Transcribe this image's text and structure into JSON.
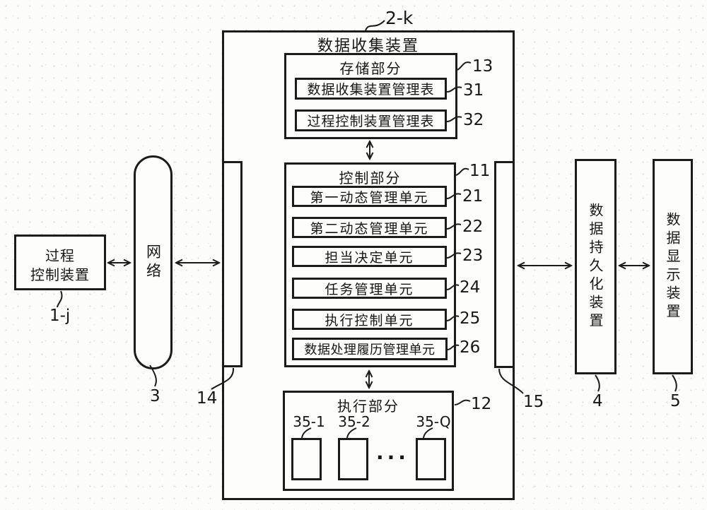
{
  "figure": {
    "device_label": "2-k",
    "device_title": "数据收集装置",
    "storage": {
      "title": "存储部分",
      "ref": "13",
      "units": [
        {
          "label": "数据收集装置管理表",
          "ref": "31"
        },
        {
          "label": "过程控制装置管理表",
          "ref": "32"
        }
      ]
    },
    "control": {
      "title": "控制部分",
      "ref": "11",
      "units": [
        {
          "label": "第一动态管理单元",
          "ref": "21"
        },
        {
          "label": "第二动态管理单元",
          "ref": "22"
        },
        {
          "label": "担当决定单元",
          "ref": "23"
        },
        {
          "label": "任务管理单元",
          "ref": "24"
        },
        {
          "label": "执行控制单元",
          "ref": "25"
        },
        {
          "label": "数据处理履历管理单元",
          "ref": "26"
        }
      ]
    },
    "execution": {
      "title": "执行部分",
      "ref": "12",
      "slots": [
        {
          "ref": "35-1"
        },
        {
          "ref": "35-2"
        },
        {
          "ref": "35-Q"
        }
      ],
      "ellipsis": "..."
    },
    "interfaces": {
      "left_ref": "14",
      "right_ref": "15"
    },
    "process_control": {
      "line1": "过程",
      "line2": "控制装置",
      "ref": "1-j"
    },
    "network": {
      "title": "网络",
      "ref": "3"
    },
    "persistence": {
      "title": "数据持久化装置",
      "ref": "4"
    },
    "display": {
      "title": "数据显示装置",
      "ref": "5"
    },
    "colors": {
      "ink": "#1b1b1b",
      "paper": "#fcfcfa"
    }
  }
}
